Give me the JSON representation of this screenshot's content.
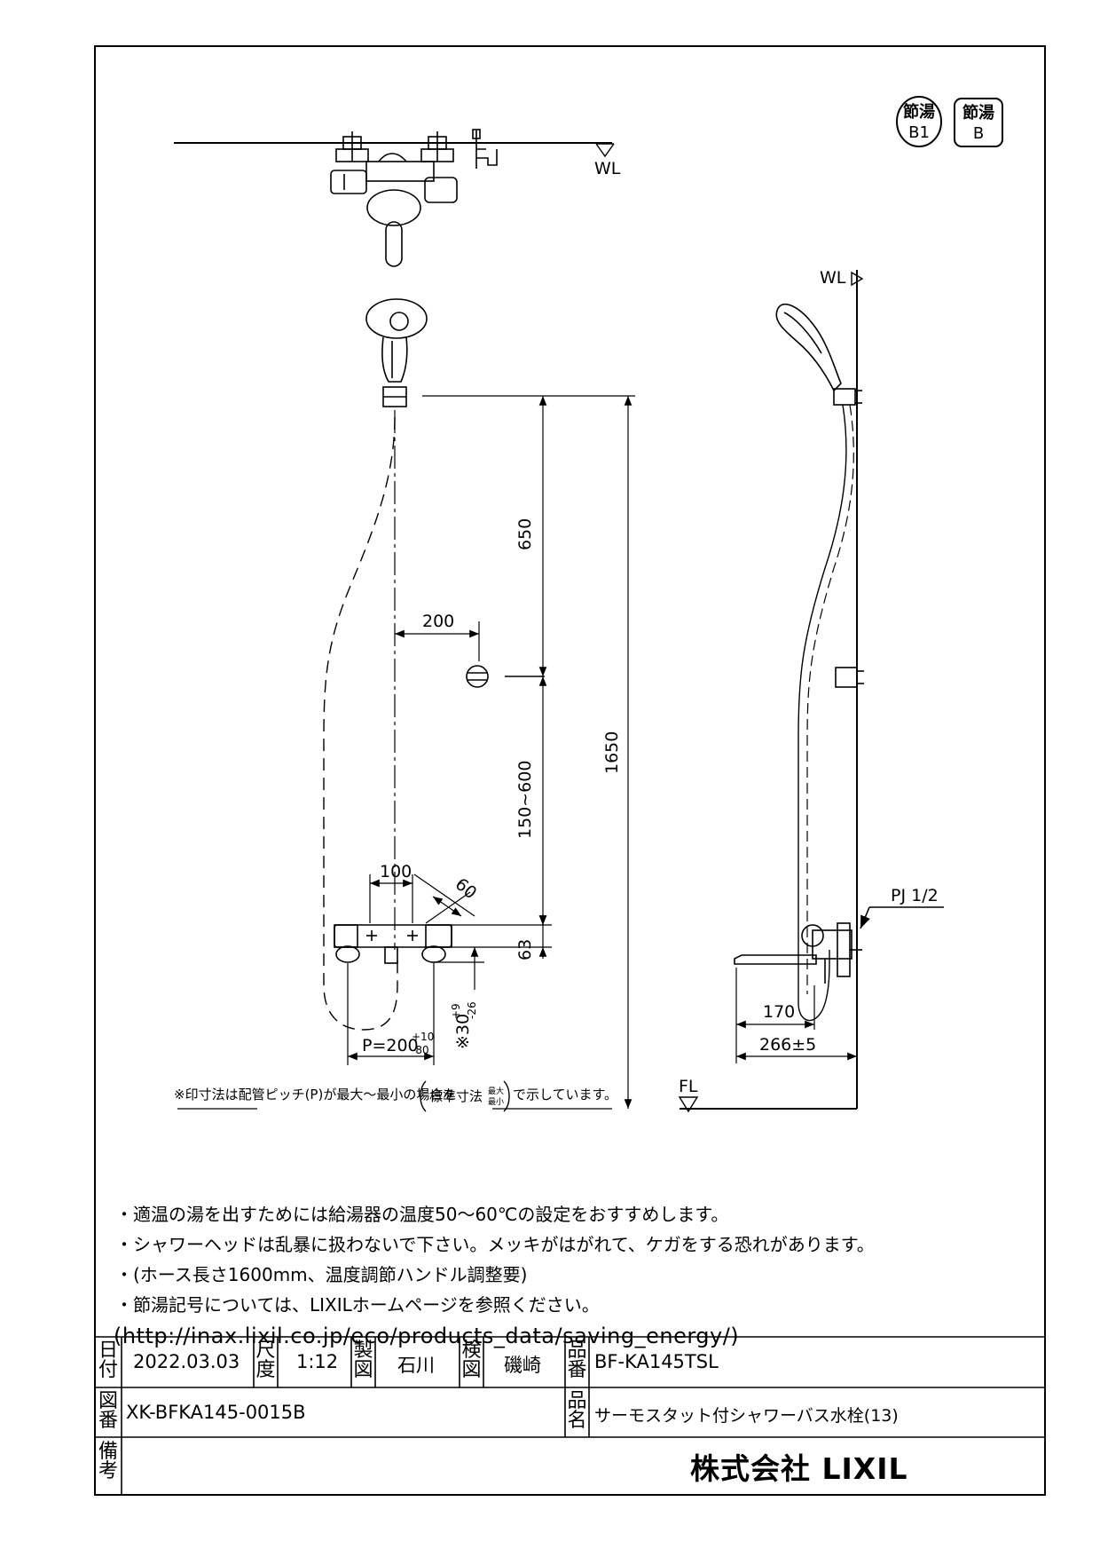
{
  "badges": {
    "b1_top": "節湯",
    "b1_bottom": "B1",
    "b_top": "節湯",
    "b_bottom": "B"
  },
  "drawing": {
    "wl_label": "WL",
    "wl_label_side": "WL",
    "fl_label": "FL",
    "pj_label": "PJ 1/2",
    "dims": {
      "d650": "650",
      "d1650": "1650",
      "d150_600": "150~600",
      "d200": "200",
      "d100": "100",
      "d60": "60",
      "d63": "63",
      "d30": "※30",
      "d30_tol_upper": "+9",
      "d30_tol_lower": "-26",
      "pitch": "P=200",
      "pitch_tol_upper": "+10",
      "pitch_tol_lower": "-80",
      "d170": "170",
      "d266": "266±5"
    },
    "footnote_pre": "※印寸法は配管ピッチ(P)が最大～最小の場合を",
    "footnote_std": "標準寸法",
    "footnote_max": "最大",
    "footnote_min": "最小",
    "footnote_post": "で示しています。"
  },
  "notes": [
    "・適温の湯を出すためには給湯器の温度50～60℃の設定をおすすめします。",
    "・シャワーヘッドは乱暴に扱わないで下さい。メッキがはがれて、ケガをする恐れがあります。",
    "・(ホース長さ1600mm、温度調節ハンドル調整要)",
    "・節湯記号については、LIXILホームページを参照ください。"
  ],
  "url": "(http://inax.lixil.co.jp/eco/products_data/saving_energy/)",
  "title_block": {
    "date_label": "日付",
    "date": "2022.03.03",
    "scale_label": "尺度",
    "scale": "1:12",
    "drawn_label": "製図",
    "drawn": "石川",
    "checked_label": "検図",
    "checked": "磯崎",
    "part_no_label": "品番",
    "part_no": "BF-KA145TSL",
    "drawing_no_label": "図番",
    "drawing_no": "XK-BFKA145-0015B",
    "product_name_label": "品名",
    "product_name": "サーモスタット付シャワーバス水栓(13)",
    "remarks_label": "備考",
    "remarks": "",
    "company": "株式会社 LIXIL"
  }
}
